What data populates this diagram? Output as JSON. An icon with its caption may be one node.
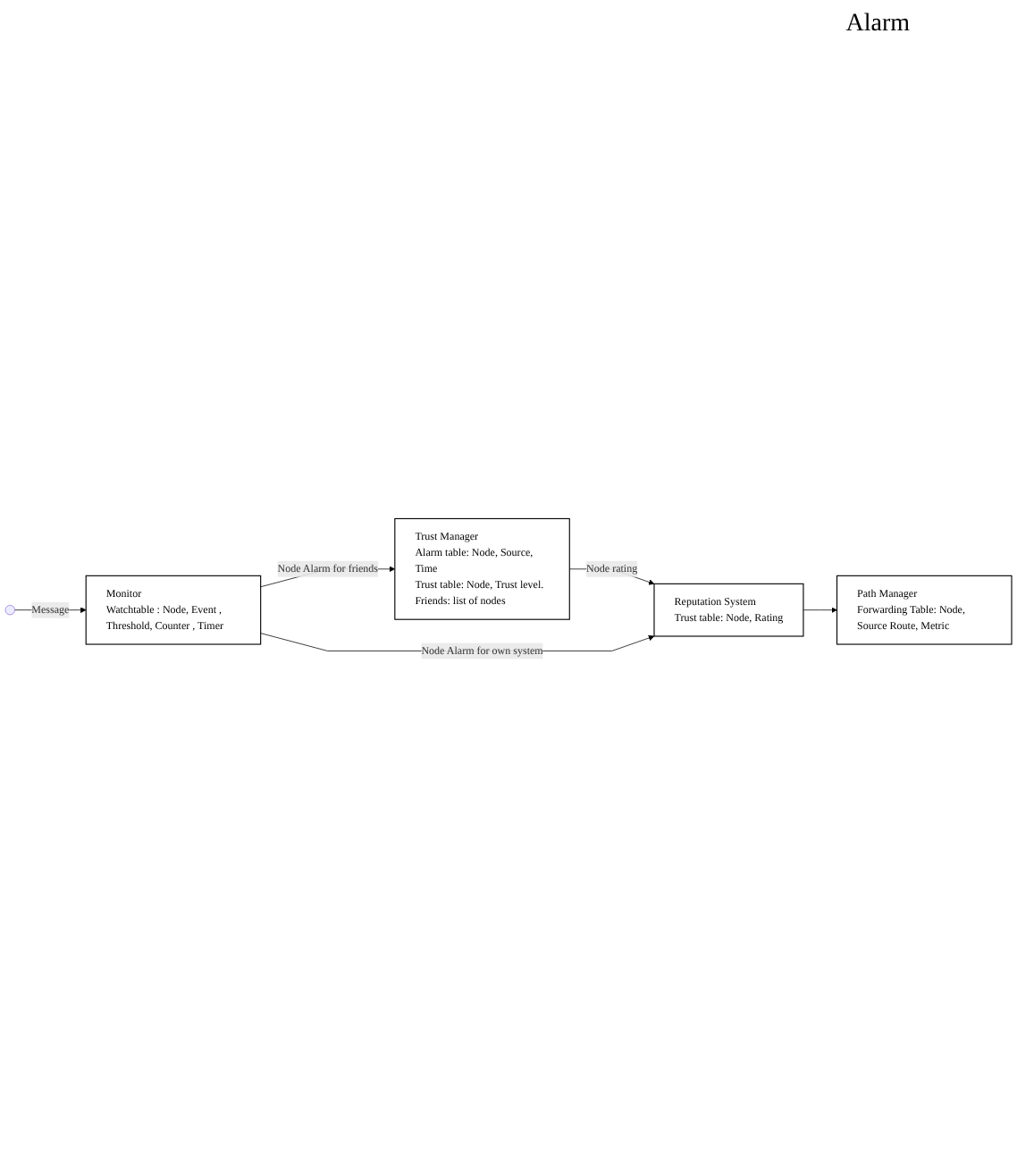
{
  "diagram": {
    "nodes": [
      {
        "text": [
          "Trust Manager",
          "Alarm table: Node, Source, Time",
          "Trust table: Node, Trust level.",
          "Friends: list of nodes"
        ]
      },
      {
        "text": [
          "Monitor",
          "Watchtable : Node, Event , Threshold, Counter , Timer"
        ]
      },
      {
        "text": [
          "Reputation System",
          "Trust table: Node, Rating"
        ]
      },
      {
        "text": [
          "Path Manager",
          "Forwarding Table: Node, Source Route, Metric"
        ]
      }
    ],
    "edges": [
      {
        "from": 1,
        "to": 0,
        "arrow": "to",
        "label": "Node Alarm for friends"
      },
      {
        "from": 0,
        "to": 2,
        "arrow": "to",
        "label": "Node rating"
      },
      {
        "from": 1,
        "to": 2,
        "arrow": "to",
        "label": "Node Alarm for own system"
      },
      {
        "from": 2,
        "to": 3,
        "arrow": "to"
      },
      {
        "from": null,
        "to": 1,
        "arrow": "to",
        "label": "Message"
      }
    ],
    "labels": [
      "Alarm"
    ]
  }
}
